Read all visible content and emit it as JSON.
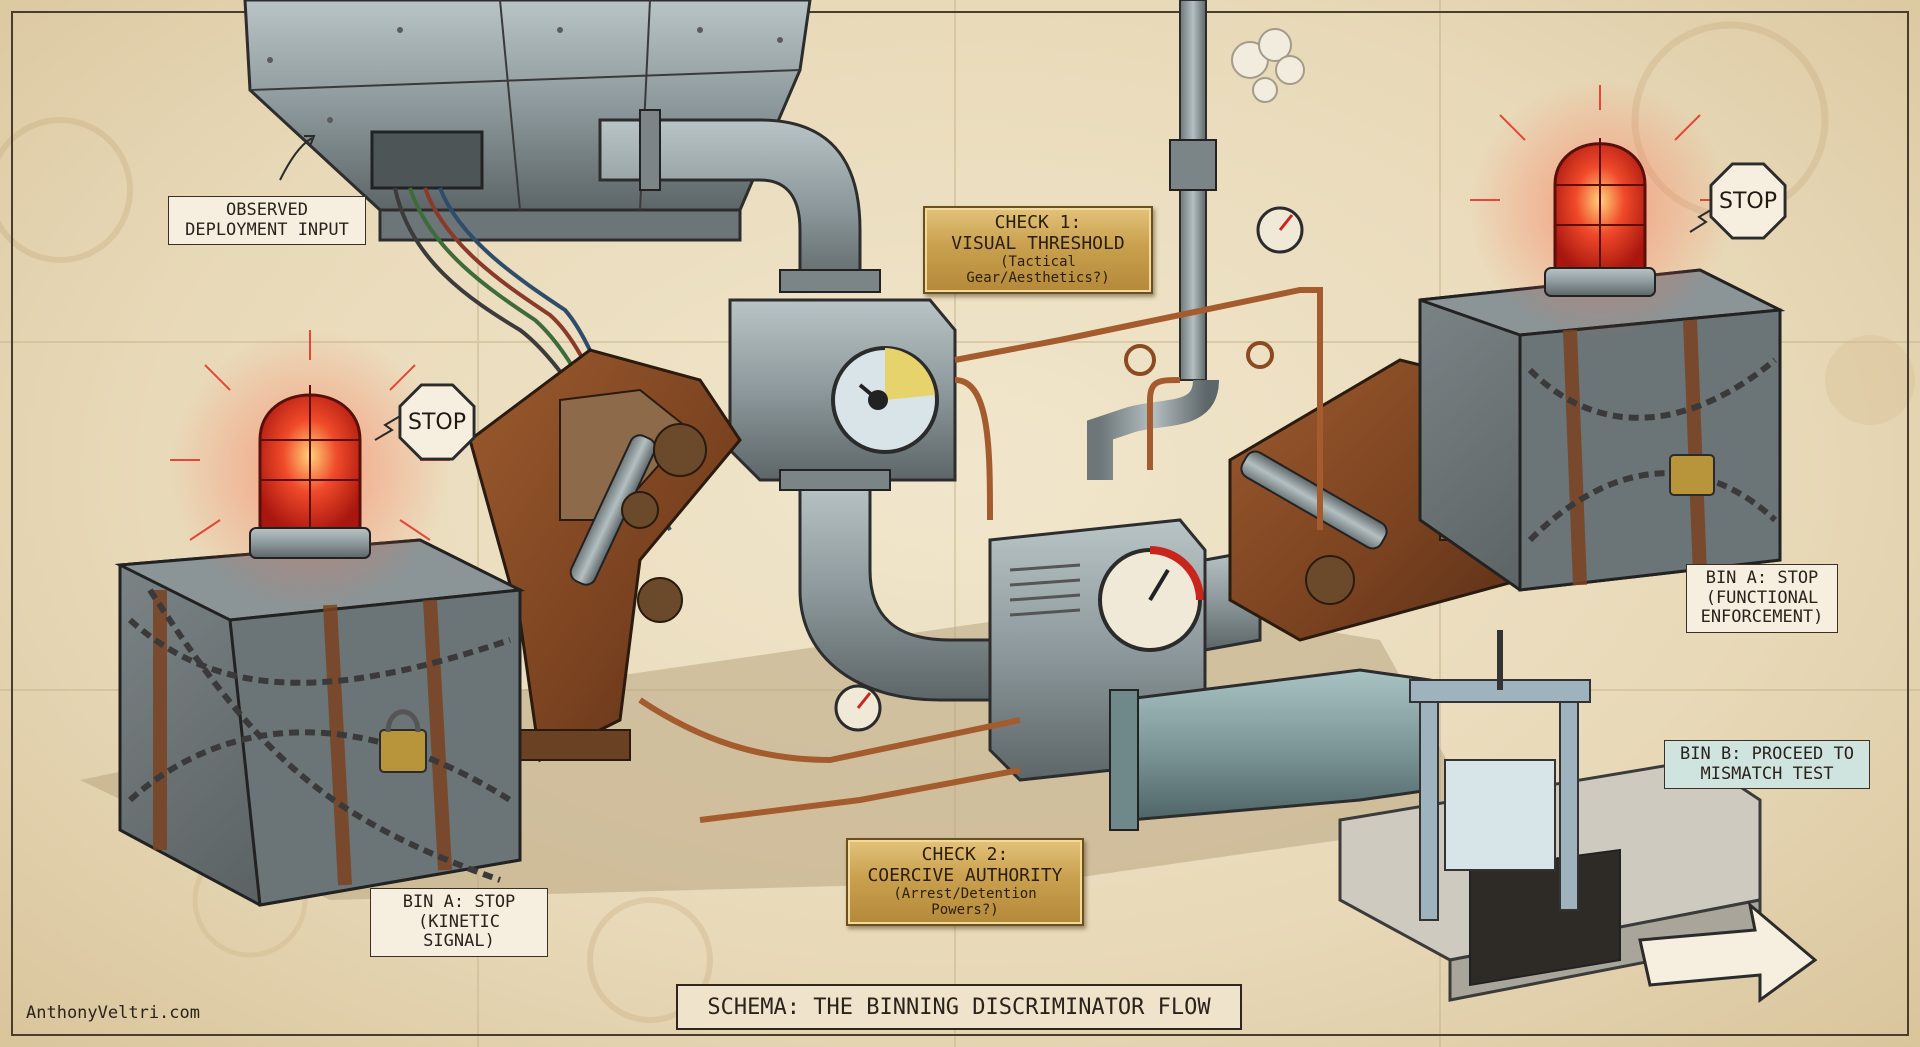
{
  "labels": {
    "observed_input": [
      "OBSERVED",
      "DEPLOYMENT INPUT"
    ],
    "check1": [
      "CHECK 1:",
      "VISUAL THRESHOLD",
      "(Tactical Gear/Aesthetics?)"
    ],
    "check2": [
      "CHECK 2:",
      "COERCIVE AUTHORITY",
      "(Arrest/Detention Powers?)"
    ],
    "bin_a_kinetic": [
      "BIN A: STOP",
      "(KINETIC SIGNAL)"
    ],
    "bin_a_functional": [
      "BIN A: STOP",
      "(FUNCTIONAL",
      "ENFORCEMENT)"
    ],
    "bin_b": [
      "BIN B: PROCEED TO",
      "MISMATCH TEST"
    ],
    "stop_left": "STOP",
    "stop_right": "STOP"
  },
  "footer": {
    "title": "SCHEMA: THE BINNING DISCRIMINATOR FLOW",
    "credit": "AnthonyVeltri.com"
  },
  "colors": {
    "paper": "#e9dcc0",
    "brass": "#c9a04e",
    "alarm_red": "#e2261c",
    "steel": "#8c9aa0",
    "rust": "#8a4a22",
    "teal_label": "#cfe3df"
  },
  "icons": [
    "hopper",
    "alarm-beacon",
    "locked-crate",
    "chain",
    "padlock",
    "pressure-gauge",
    "valve-wheel",
    "steam-cloud",
    "sluice-gate",
    "arrow-outline"
  ]
}
